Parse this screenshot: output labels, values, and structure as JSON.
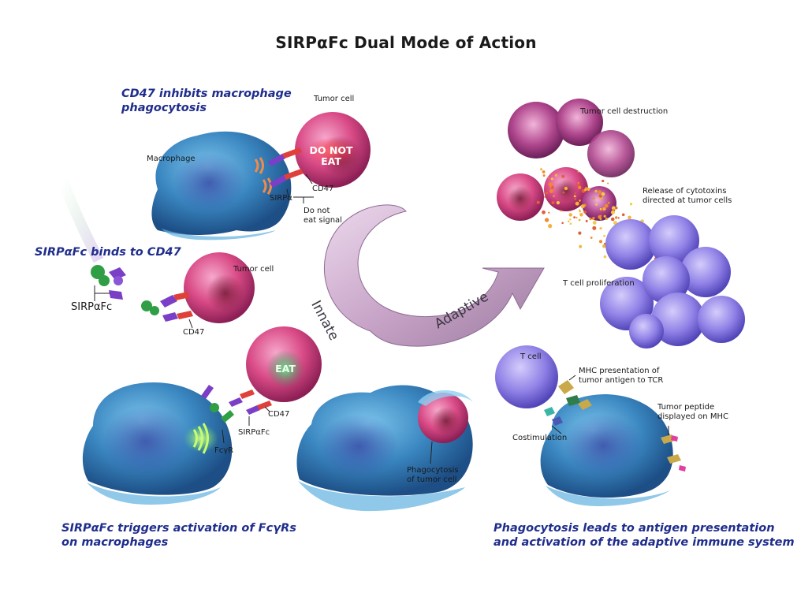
{
  "title": "SIRPαFc Dual Mode of Action",
  "headings": {
    "inhibit": [
      "CD47 inhibits macrophage",
      "phagocytosis"
    ],
    "binds": "SIRPαFc binds to CD47",
    "triggers": [
      "SIRPαFc triggers activation of FcγRs",
      "on macrophages"
    ],
    "leads": [
      "Phagocytosis leads to antigen presentation",
      "and activation of the adaptive immune system"
    ]
  },
  "labels": {
    "tumor_cell_1": "Tumor cell",
    "macrophage": "Macrophage",
    "do_not_eat": [
      "DO NOT",
      "EAT"
    ],
    "cd47_1": "CD47",
    "sirpa": "SIRPα",
    "do_not_eat_signal": [
      "Do not",
      "eat signal"
    ],
    "tumor_cell_2": "Tumor cell",
    "sirpafc_large": "SIRPαFc",
    "cd47_2": "CD47",
    "eat": "EAT",
    "cd47_3": "CD47",
    "sirpafc_small": "SIRPαFc",
    "fcgr": "FcγR",
    "phagocytosis_of_tumor": [
      "Phagocytosis",
      "of tumor cell"
    ],
    "tumor_destruction": "Tumor cell destruction",
    "cytotoxins": [
      "Release of cytotoxins",
      "directed at tumor cells"
    ],
    "t_cell_proliferation": "T cell proliferation",
    "t_cell": "T cell",
    "mhc_presentation": [
      "MHC presentation of",
      "tumor antigen to TCR"
    ],
    "tumor_peptide": [
      "Tumor peptide",
      "displayed on MHC"
    ],
    "costimulation": "Costimulation"
  },
  "arrow": {
    "innate": "Innate",
    "adaptive": "Adaptive"
  },
  "colors": {
    "heading": "#1f2d8c",
    "macrophage": "#3e8fc4",
    "tumor": "#d9437f",
    "tcell": "#8a7be0",
    "arrow": "#c9a9c8",
    "sirpa_protein": "#7b3fc7",
    "cd47_protein": "#e0403a",
    "fc_protein": "#2f9e44",
    "tcr_protein": "#c9a94a"
  }
}
